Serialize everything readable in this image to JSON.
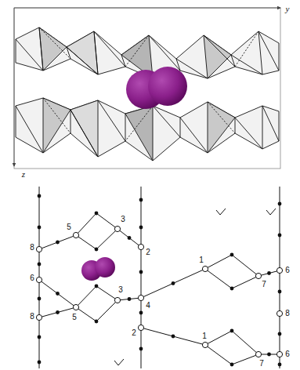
{
  "diagram": {
    "labels": [
      "y",
      "z",
      "5",
      "3",
      "8",
      "2",
      "1",
      "7",
      "6",
      "6",
      "4",
      "3",
      "5",
      "8",
      "8",
      "2",
      "1",
      "7",
      "6"
    ]
  }
}
